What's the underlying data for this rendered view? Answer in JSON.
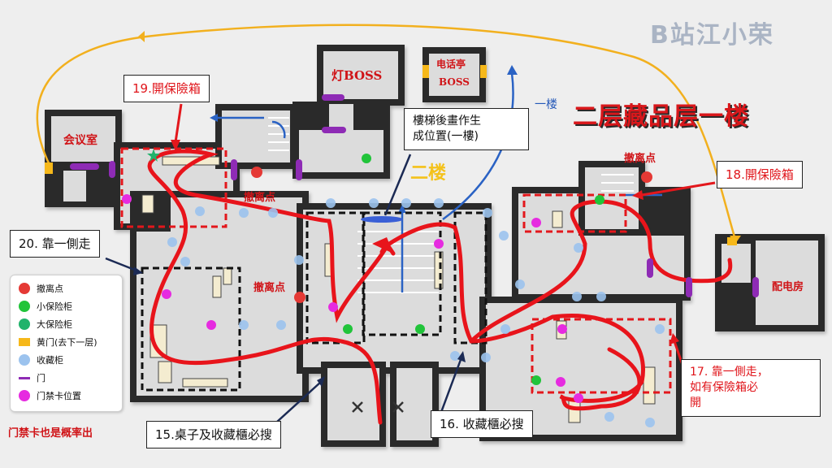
{
  "watermark": "B站江小荣",
  "title": "二层藏品层一楼",
  "floor_label": "二楼",
  "first_floor_label": "一楼",
  "rooms": {
    "meeting_room": "会议室",
    "lamp_boss": "灯BOSS",
    "phone_booth_line1": "电话亭",
    "phone_booth_line2": "BOSS",
    "power_room": "配电房"
  },
  "evac_labels": [
    "撤离点",
    "撤离点",
    "撤离点"
  ],
  "callouts": {
    "c19": "19.開保險箱",
    "c20": "20. 靠一側走",
    "c18": "18.開保險箱",
    "stairs_line1": "樓梯後畫作生",
    "stairs_line2": "成位置(一樓)",
    "c17_line1": "17. 靠一側走，",
    "c17_line2": "如有保險箱必",
    "c17_line3": "開",
    "c15": "15.桌子及收藏櫃必搜",
    "c16": "16. 收藏櫃必搜"
  },
  "legend": [
    {
      "label": "撤离点",
      "icon": "red-dot",
      "color": "#e53935"
    },
    {
      "label": "小保险柜",
      "icon": "green-dot",
      "color": "#21c43a"
    },
    {
      "label": "大保险柜",
      "icon": "green-star",
      "color": "#21b36b"
    },
    {
      "label": "黄门(去下一层)",
      "icon": "yellow-door",
      "color": "#f6b81a"
    },
    {
      "label": "收藏柜",
      "icon": "blue-dot",
      "color": "#9cc3ee"
    },
    {
      "label": "门",
      "icon": "purple-bar",
      "color": "#8e2bb5"
    },
    {
      "label": "门禁卡位置",
      "icon": "magenta-dot",
      "color": "#e62be0"
    }
  ],
  "note": "门禁卡也是概率出",
  "colors": {
    "route": "#e8141b",
    "wall": "#2b2b2b",
    "floor": "#dcdcdc",
    "yellow_path": "#f2b01e",
    "blue_arrow": "#2a62c4",
    "dashed_red": "#e3171c",
    "dashed_black": "#111111"
  }
}
